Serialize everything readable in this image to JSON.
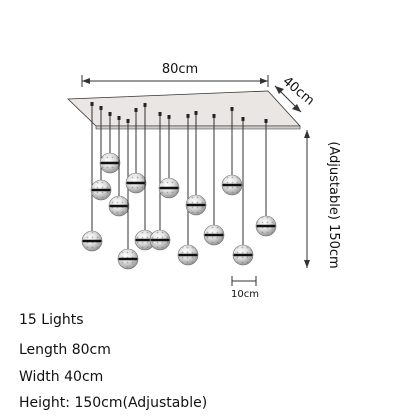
{
  "dimensions": {
    "length": "80cm",
    "width": "40cm",
    "height": "(Adjustable) 150cm",
    "ball_diameter": "10cm"
  },
  "specs": [
    "15 Lights",
    "Length 80cm",
    "Width 40cm",
    "Height: 150cm(Adjustable)"
  ],
  "colors": {
    "line": "#333333",
    "canopy": "#e9e6e3",
    "globe": "#c9c9c9",
    "band": "#111111"
  }
}
